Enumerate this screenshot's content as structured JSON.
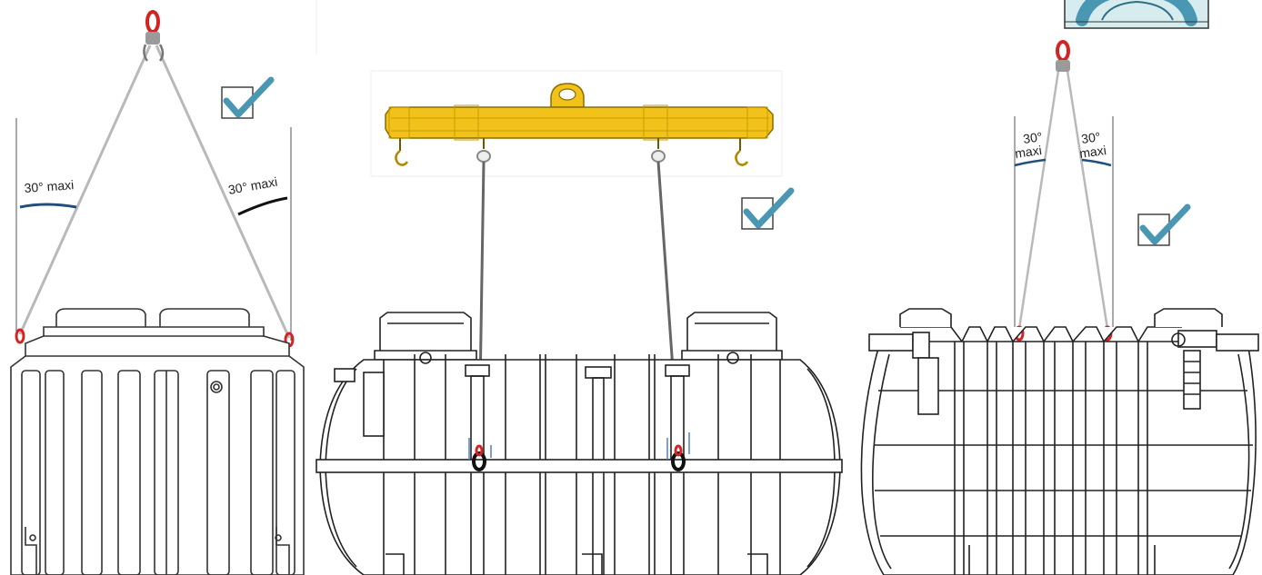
{
  "panels": {
    "left": {
      "angle_label_left": "30° maxi",
      "angle_label_right": "30° maxi",
      "checked": true
    },
    "middle": {
      "checked": true
    },
    "right": {
      "angle_label_left_line1": "30°",
      "angle_label_left_line2": "maxi",
      "angle_label_right_line1": "30°",
      "angle_label_right_line2": "maxi",
      "checked": true
    }
  },
  "colors": {
    "check": "#4a97b3",
    "spreader_bar": "#f2c21b",
    "shackle": "#d32424",
    "angle_arc": "#1f4f7a",
    "inset_fill": "#d6ecef",
    "inset_ring": "#4a97b3"
  },
  "icons": [
    "checkmark-icon",
    "shackle-icon",
    "lifting-hook-icon",
    "spreader-bar-icon"
  ]
}
